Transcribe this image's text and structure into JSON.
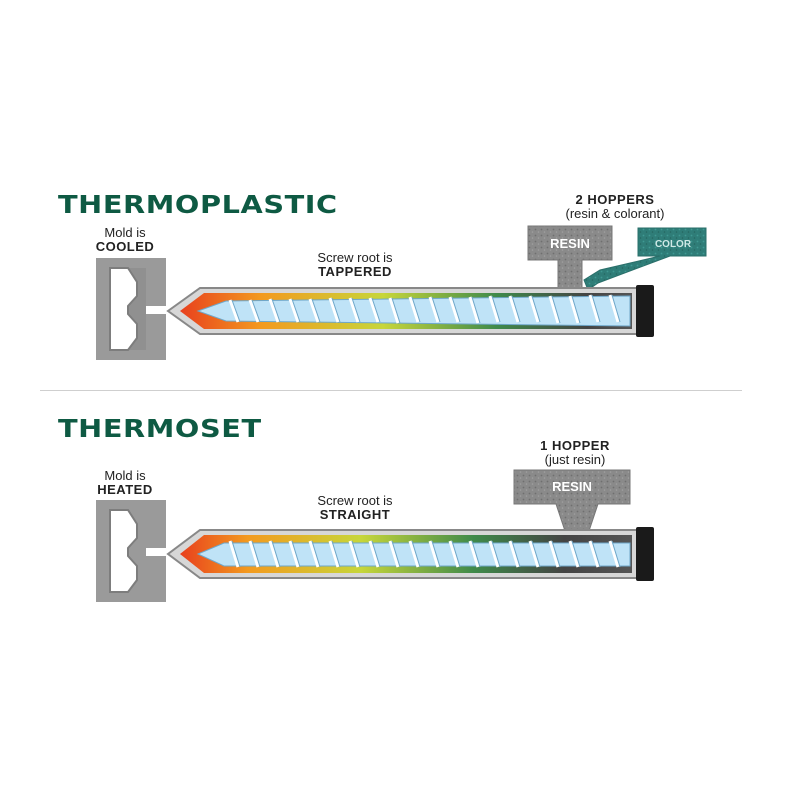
{
  "sections": [
    {
      "title": "THERMOPLASTIC",
      "mold": {
        "line1": "Mold is",
        "line2": "COOLED"
      },
      "screw": {
        "line1": "Screw root is",
        "line2": "TAPPERED"
      },
      "hoppers": {
        "line1": "2 HOPPERS",
        "line2": "(resin & colorant)"
      },
      "hopper_labels": [
        "RESIN",
        "COLOR"
      ]
    },
    {
      "title": "THERMOSET",
      "mold": {
        "line1": "Mold is",
        "line2": "HEATED"
      },
      "screw": {
        "line1": "Screw root is",
        "line2": "STRAIGHT"
      },
      "hoppers": {
        "line1": "1 HOPPER",
        "line2": "(just resin)"
      },
      "hopper_labels": [
        "RESIN"
      ]
    }
  ],
  "colors": {
    "title": "#0e5a43",
    "resin_hopper": "#8a8a8a",
    "color_hopper": "#2f7d78",
    "screw": "#a9d8f2",
    "barrel": "#d9d9d9"
  }
}
